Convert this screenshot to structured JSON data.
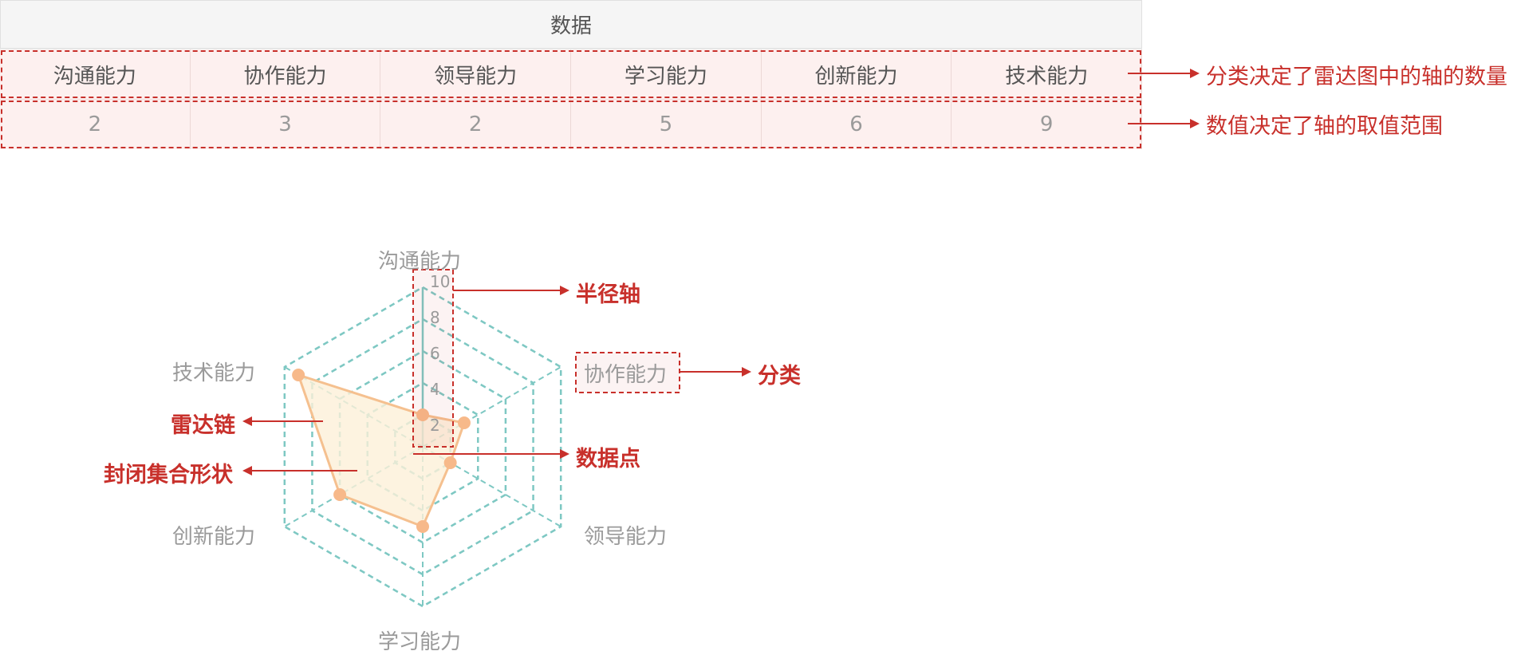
{
  "table": {
    "title": "数据",
    "categories": [
      "沟通能力",
      "协作能力",
      "领导能力",
      "学习能力",
      "创新能力",
      "技术能力"
    ],
    "values": [
      "2",
      "3",
      "2",
      "5",
      "6",
      "9"
    ]
  },
  "annotations": {
    "categories_note": "分类决定了雷达图中的轴的数量",
    "values_note": "数值决定了轴的取值范围",
    "radius_axis": "半径轴",
    "category": "分类",
    "data_point": "数据点",
    "radar_chain": "雷达链",
    "closed_shape": "封闭集合形状"
  },
  "chart_data": {
    "type": "radar",
    "categories": [
      "沟通能力",
      "协作能力",
      "领导能力",
      "学习能力",
      "创新能力",
      "技术能力"
    ],
    "values": [
      2,
      3,
      2,
      5,
      6,
      9
    ],
    "r_ticks": [
      "2",
      "4",
      "6",
      "8",
      "10"
    ],
    "rlim": [
      0,
      10
    ],
    "grid": "dashed hexagon",
    "colors": {
      "grid": "#7ec8c3",
      "fill": "#fdf0d8",
      "line": "#f5c08f",
      "point": "#f7b98a",
      "annotation": "#c8302b"
    }
  }
}
